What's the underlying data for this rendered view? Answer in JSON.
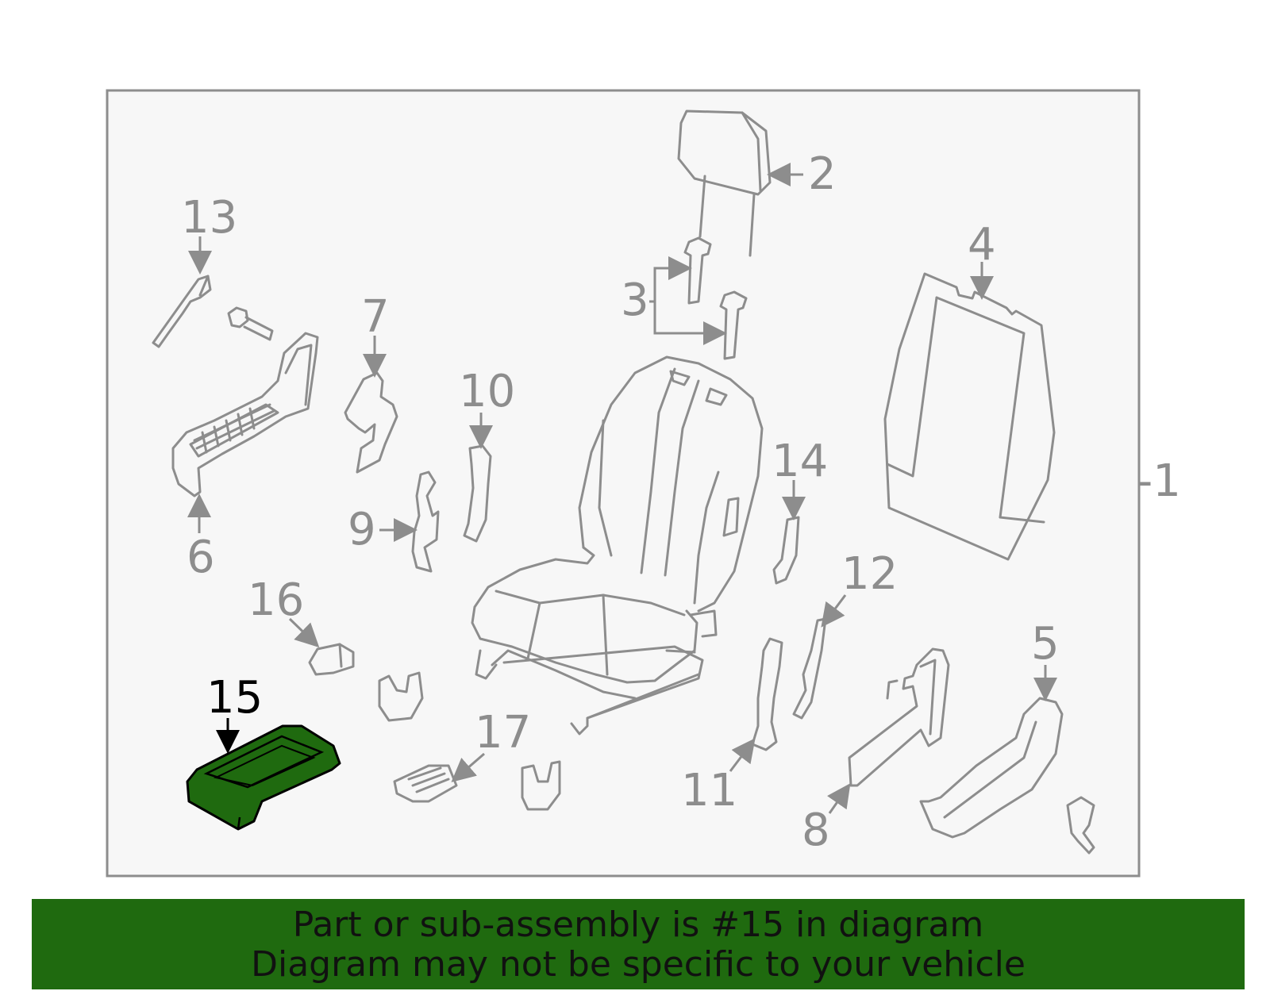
{
  "diagram": {
    "callouts": [
      {
        "id": "1",
        "label": "-1"
      },
      {
        "id": "2",
        "label": "2"
      },
      {
        "id": "3",
        "label": "3"
      },
      {
        "id": "4",
        "label": "4"
      },
      {
        "id": "5",
        "label": "5"
      },
      {
        "id": "6",
        "label": "6"
      },
      {
        "id": "7",
        "label": "7"
      },
      {
        "id": "8",
        "label": "8"
      },
      {
        "id": "9",
        "label": "9"
      },
      {
        "id": "10",
        "label": "10"
      },
      {
        "id": "11",
        "label": "11"
      },
      {
        "id": "12",
        "label": "12"
      },
      {
        "id": "13",
        "label": "13"
      },
      {
        "id": "14",
        "label": "14"
      },
      {
        "id": "15",
        "label": "15"
      },
      {
        "id": "16",
        "label": "16"
      },
      {
        "id": "17",
        "label": "17"
      }
    ],
    "highlighted_part": "15",
    "colors": {
      "line": "#8d8d8d",
      "highlight_fill": "#1f6a0f",
      "frame_bg": "#f7f7f7",
      "banner_bg": "#1f6a0f"
    }
  },
  "banner": {
    "line1": "Part or sub-assembly is #15 in diagram",
    "line2": "Diagram may not be specific to your vehicle"
  }
}
